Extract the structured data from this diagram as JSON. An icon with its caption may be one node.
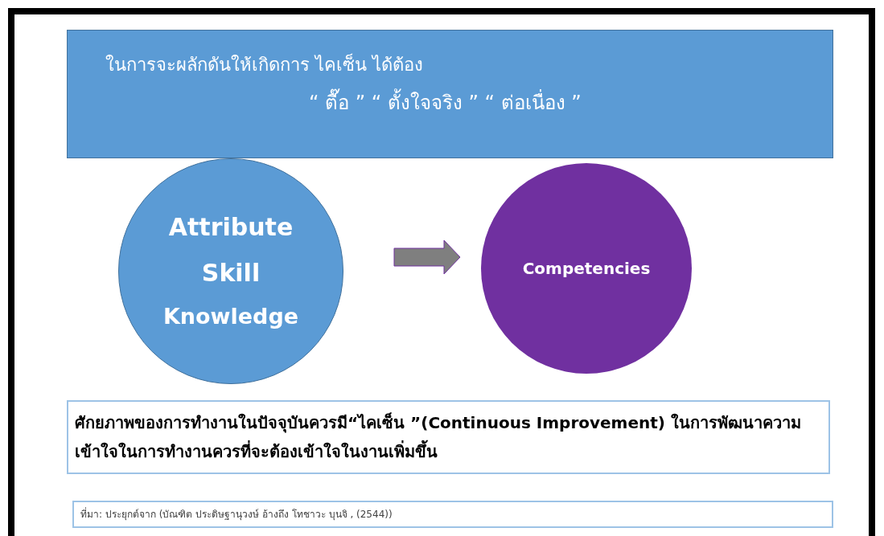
{
  "diagram": {
    "nodes": [
      {
        "text": [
          "ในการจะผลักดันให้เกิดการ ไคเซ็น ได้ต้อง",
          "“ ตื๊อ ” “ ตั้งใจจริง ” “ ต่อเนื่อง ”"
        ]
      },
      {
        "text": [
          "Attribute",
          "Skill",
          "Knowledge"
        ]
      },
      {
        "text": [
          "Competencies"
        ]
      },
      {
        "text": [
          "ศักยภาพของการทำงานในปัจจุบันควรมี“ไคเซ็น ”(Continuous Improvement) ในการพัฒนาความเข้าใจในการทำงานควรที่จะต้องเข้าใจในงานเพิ่มขึ้น"
        ]
      },
      {
        "text": [
          "ที่มา: ประยุกต์จาก (บัณฑิต ประดิษฐานุวงษ์ อ้างถึง โทชาวะ บุนจิ , (2544))"
        ]
      }
    ],
    "edges": [
      {
        "from": 1,
        "to": 2,
        "arrow": "to",
        "style": "thick",
        "color": "#7f7f7f"
      }
    ]
  }
}
